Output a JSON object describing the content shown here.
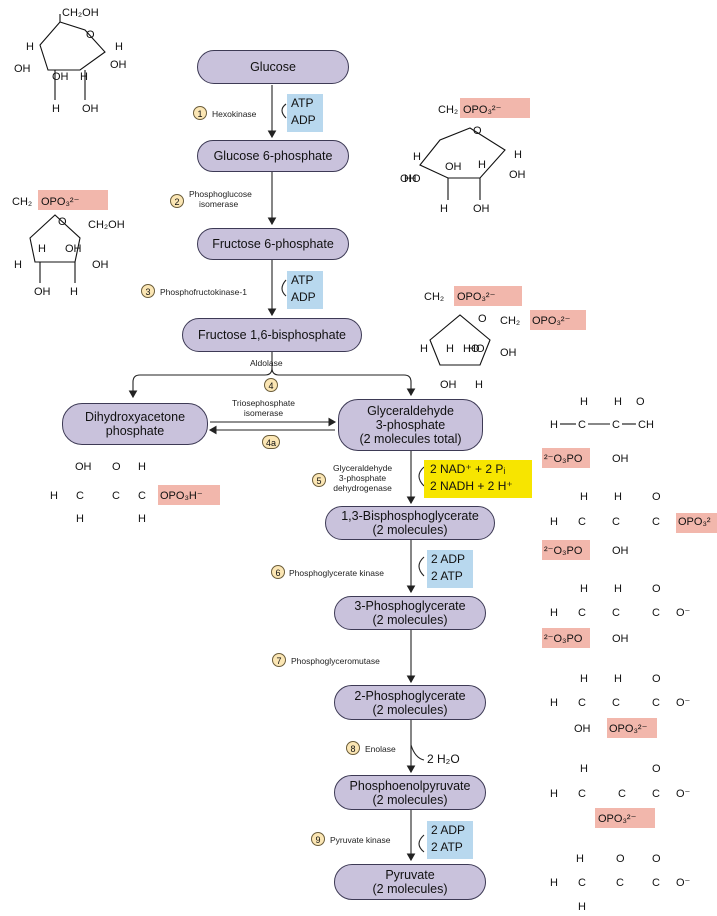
{
  "steps": [
    {
      "num": "1",
      "enzyme": "Hexokinase",
      "cofactor": [
        "ATP",
        "ADP"
      ]
    },
    {
      "num": "2",
      "enzyme": "Phosphoglucose isomerase"
    },
    {
      "num": "3",
      "enzyme": "Phosphofructokinase-1",
      "cofactor": [
        "ATP",
        "ADP"
      ]
    },
    {
      "num": "4",
      "enzyme": "Aldolase"
    },
    {
      "num": "4a",
      "enzyme": "Triosephosphate isomerase"
    },
    {
      "num": "5",
      "enzyme_lines": [
        "Glyceraldehyde",
        "3-phosphate",
        "dehydrogenase"
      ],
      "cofactor": [
        "2 NAD⁺ + 2 Pᵢ",
        "2 NADH + 2 H⁺"
      ]
    },
    {
      "num": "6",
      "enzyme": "Phosphoglycerate kinase",
      "cofactor": [
        "2 ADP",
        "2 ATP"
      ]
    },
    {
      "num": "7",
      "enzyme": "Phosphoglyceromutase"
    },
    {
      "num": "8",
      "enzyme": "Enolase",
      "product": "2 H₂O"
    },
    {
      "num": "9",
      "enzyme": "Pyruvate kinase",
      "cofactor": [
        "2 ADP",
        "2 ATP"
      ]
    }
  ],
  "metabolites": {
    "glucose": "Glucose",
    "g6p": "Glucose 6-phosphate",
    "f6p": "Fructose 6-phosphate",
    "f16bp": "Fructose 1,6-bisphosphate",
    "dhap": [
      "Dihydroxyacetone",
      "phosphate"
    ],
    "gap": [
      "Glyceraldehyde",
      "3-phosphate",
      "(2 molecules total)"
    ],
    "bpg": [
      "1,3-Bisphosphoglycerate",
      "(2 molecules)"
    ],
    "pg3": [
      "3-Phosphoglycerate",
      "(2 molecules)"
    ],
    "pg2": [
      "2-Phosphoglycerate",
      "(2 molecules)"
    ],
    "pep": [
      "Phosphoenolpyruvate",
      "(2 molecules)"
    ],
    "pyr": [
      "Pyruvate",
      "(2 molecules)"
    ]
  },
  "enzyme_lines": {
    "pgi": [
      "Phosphoglucose",
      "isomerase"
    ],
    "tpi": [
      "Triosephosphate",
      "isomerase"
    ]
  },
  "structures": {
    "ch2oh": "CH₂OH",
    "oh": "OH",
    "h": "H",
    "o": "O",
    "c": "C",
    "ch": "CH",
    "ch2": "CH₂",
    "opo3": "OPO₃²⁻",
    "opo3h": "OPO₃H⁻",
    "o3po": "²⁻O₃PO",
    "ominus": "O⁻",
    "opo3_trunc": "OPO₃²"
  },
  "colors": {
    "metabolite_fill": "#c9c2dc",
    "cofactor_fill": "#b8d8ee",
    "nad_fill": "#f7e500",
    "phosphate_highlight": "#f2b7ac",
    "step_badge": "#fbe6b4"
  }
}
